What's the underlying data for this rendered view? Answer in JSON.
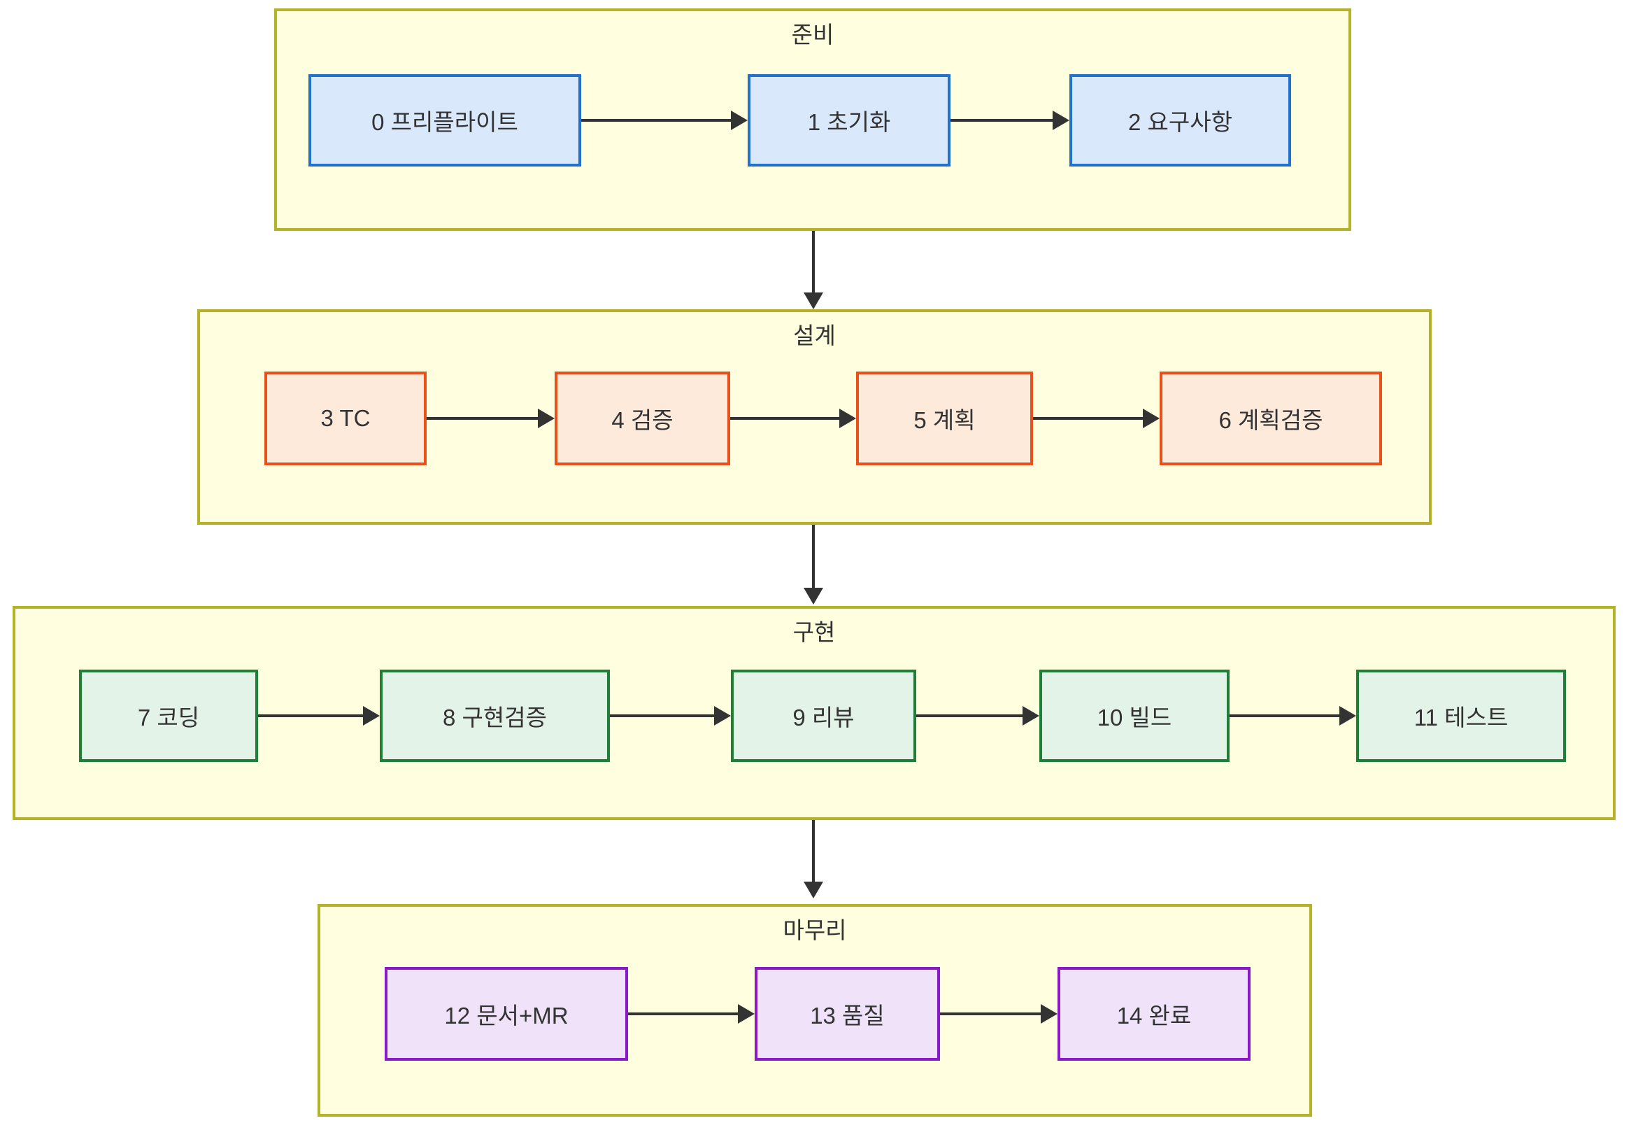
{
  "diagram": {
    "title": "",
    "colors": {
      "group_fill": "#ffffe0",
      "group_border": "#b3b228",
      "blue_fill": "#dae8fc",
      "blue_border": "#2272cd",
      "orange_fill": "#fdeadb",
      "orange_border": "#e8501c",
      "green_fill": "#e4f3e7",
      "green_border": "#1e8038",
      "purple_fill": "#f0e2f9",
      "purple_border": "#8a19c9",
      "connector": "#333333"
    },
    "phases": [
      {
        "id": "phase-preparation",
        "title": "준비",
        "color": "blue",
        "nodes": [
          {
            "id": "node-0",
            "label": "0 프리플라이트"
          },
          {
            "id": "node-1",
            "label": "1 초기화"
          },
          {
            "id": "node-2",
            "label": "2 요구사항"
          }
        ]
      },
      {
        "id": "phase-design",
        "title": "설계",
        "color": "orange",
        "nodes": [
          {
            "id": "node-3",
            "label": "3 TC"
          },
          {
            "id": "node-4",
            "label": "4 검증"
          },
          {
            "id": "node-5",
            "label": "5 계획"
          },
          {
            "id": "node-6",
            "label": "6 계획검증"
          }
        ]
      },
      {
        "id": "phase-implementation",
        "title": "구현",
        "color": "green",
        "nodes": [
          {
            "id": "node-7",
            "label": "7 코딩"
          },
          {
            "id": "node-8",
            "label": "8 구현검증"
          },
          {
            "id": "node-9",
            "label": "9 리뷰"
          },
          {
            "id": "node-10",
            "label": "10 빌드"
          },
          {
            "id": "node-11",
            "label": "11 테스트"
          }
        ]
      },
      {
        "id": "phase-wrapup",
        "title": "마무리",
        "color": "purple",
        "nodes": [
          {
            "id": "node-12",
            "label": "12 문서+MR"
          },
          {
            "id": "node-13",
            "label": "13 품질"
          },
          {
            "id": "node-14",
            "label": "14 완료"
          }
        ]
      }
    ]
  }
}
